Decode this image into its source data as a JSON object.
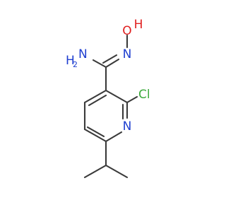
{
  "molecule": {
    "atoms": {
      "amine": {
        "element": "N",
        "hydrogens": "H",
        "subscript": "2",
        "color": "#1f3fd0"
      },
      "oxime_n": {
        "element": "N",
        "color": "#1f3fd0"
      },
      "oxime_o": {
        "element": "O",
        "hydrogens": "H",
        "color": "#e02020"
      },
      "chlorine": {
        "element": "Cl",
        "color": "#3caa3c"
      },
      "ring_n": {
        "element": "N",
        "color": "#1f3fd0"
      }
    },
    "colors": {
      "bond": "#3a3a3a",
      "nitrogen": "#1f3fd0",
      "oxygen": "#e02020",
      "chlorine": "#3caa3c"
    }
  }
}
